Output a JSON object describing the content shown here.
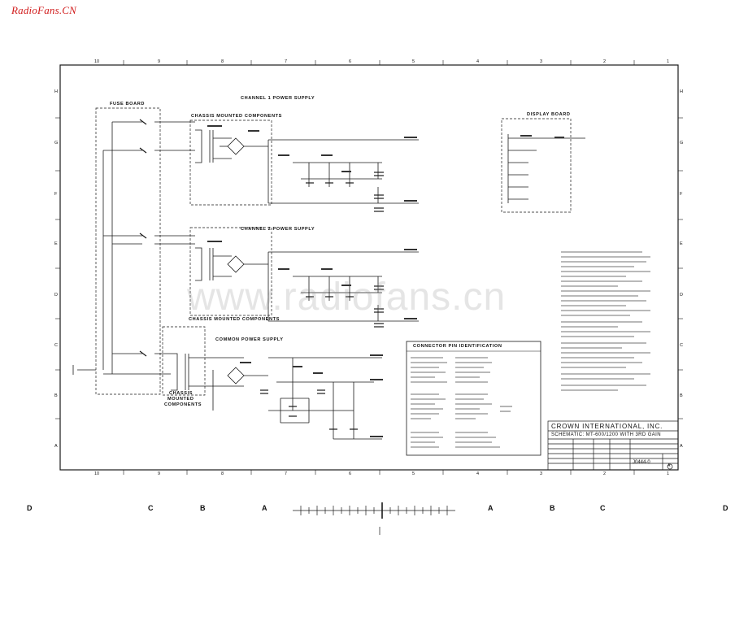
{
  "watermark": {
    "site": "RadioFans.CN",
    "center": "www.radiofans.cn"
  },
  "sections": {
    "ch1": "CHANNEL 1 POWER SUPPLY",
    "ch2": "CHANNEL 2 POWER SUPPLY",
    "common": "COMMON POWER SUPPLY",
    "fuse": "FUSE BOARD",
    "chassis_top": "CHASSIS MOUNTED COMPONENTS",
    "chassis_mid": "CHASSIS MOUNTED COMPONENTS",
    "chassis_low1": "CHASSIS",
    "chassis_low2": "MOUNTED",
    "chassis_low3": "COMPONENTS",
    "display": "DISPLAY BOARD",
    "connector": "CONNECTOR PIN IDENTIFICATION"
  },
  "grid": {
    "cols": [
      "10",
      "9",
      "8",
      "7",
      "6",
      "5",
      "4",
      "3",
      "2",
      "1"
    ],
    "rows": [
      "H",
      "G",
      "F",
      "E",
      "D",
      "C",
      "B",
      "A"
    ]
  },
  "title_block": {
    "company": "CROWN INTERNATIONAL, INC.",
    "schematic": "SCHEMATIC: MT-600/1200 WITH 3RD GAIN",
    "drawing_no": "J0444-0",
    "rev": "A"
  },
  "crop_marks": [
    "D",
    "C",
    "B",
    "A",
    "A",
    "B",
    "C",
    "D"
  ],
  "colors": {
    "ink": "#1a1a1a",
    "watermark_red": "#d11d1d",
    "paper": "#ffffff"
  }
}
